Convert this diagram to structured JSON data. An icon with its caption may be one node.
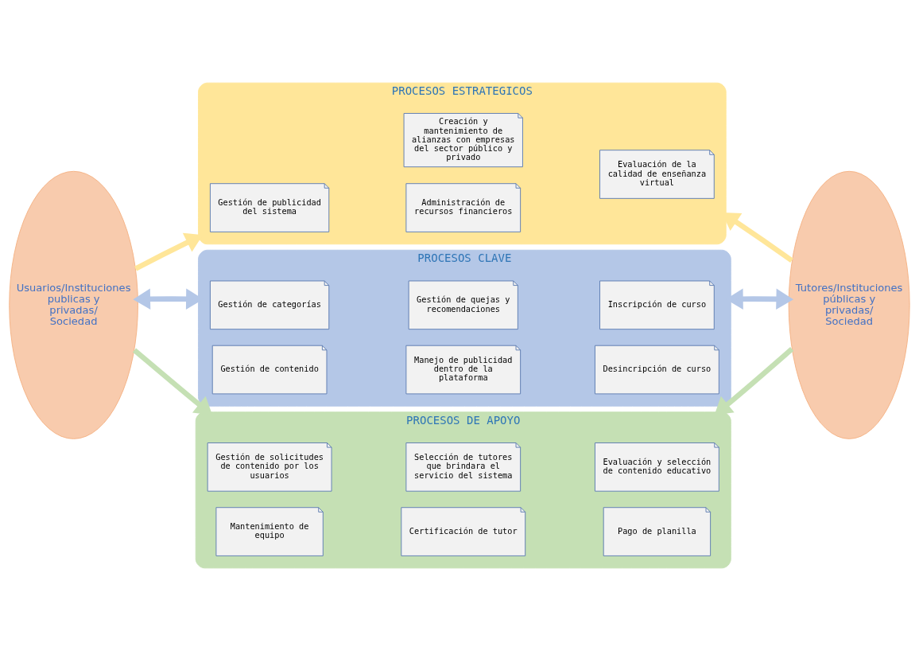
{
  "diagram": {
    "nodes": [
      {
        "text": [
          "Usuarios/Instituciones publicas y privadas/ Sociedad"
        ]
      },
      {
        "text": [
          "PROCESOS ESTRATEGICOS"
        ]
      },
      {
        "text": [
          "Creación y mantenimiento de alianzas con empresas del sector público y privado"
        ],
        "in": 1
      },
      {
        "text": [
          "Gestión de publicidad del sistema"
        ],
        "in": 1
      },
      {
        "text": [
          "Evaluación de la calidad de enseñanza virtual"
        ],
        "in": 1
      },
      {
        "text": [
          "Administración de recursos financieros"
        ],
        "in": 1
      },
      {
        "text": [
          "PROCESOS CLAVE"
        ]
      },
      {
        "text": [
          "Gestión de categorías"
        ],
        "in": 6
      },
      {
        "text": [
          "Gestión de quejas y recomendaciones"
        ],
        "in": 6
      },
      {
        "text": [
          "Inscripción de curso"
        ],
        "in": 6
      },
      {
        "text": [
          "Gestión de contenido"
        ],
        "in": 6
      },
      {
        "text": [
          "Manejo de publicidad dentro de la plataforma"
        ],
        "in": 6
      },
      {
        "text": [
          "Desincripción de curso"
        ],
        "in": 6
      },
      {
        "text": [
          "PROCESOS DE APOYO"
        ]
      },
      {
        "text": [
          "Gestión de solicitudes de contenido por los usuarios"
        ],
        "in": 13
      },
      {
        "text": [
          "Selección de tutores que brindara el servicio del sistema"
        ],
        "in": 13
      },
      {
        "text": [
          "Evaluación y selección de contenido educativo"
        ],
        "in": 13
      },
      {
        "text": [
          "Mantenimiento de equipo"
        ],
        "in": 13
      },
      {
        "text": [
          "Certificación de tutor"
        ],
        "in": 13
      },
      {
        "text": [
          "Pago de planilla"
        ],
        "in": 13
      },
      {
        "text": [
          "Tutores/Instituciones públicas y privadas/ Sociedad"
        ]
      }
    ],
    "edges": [
      {
        "from": 0,
        "to": 1,
        "arrow": "to",
        "color": "#ffe699"
      },
      {
        "from": 0,
        "to": 6,
        "arrow": "both",
        "color": "#b4c7e7"
      },
      {
        "from": 0,
        "to": 13,
        "arrow": "to",
        "color": "#c5e0b4"
      },
      {
        "from": 20,
        "to": 1,
        "arrow": "to",
        "color": "#ffe699"
      },
      {
        "from": 20,
        "to": 6,
        "arrow": "both",
        "color": "#b4c7e7"
      },
      {
        "from": 20,
        "to": 13,
        "arrow": "to",
        "color": "#c5e0b4"
      }
    ]
  }
}
